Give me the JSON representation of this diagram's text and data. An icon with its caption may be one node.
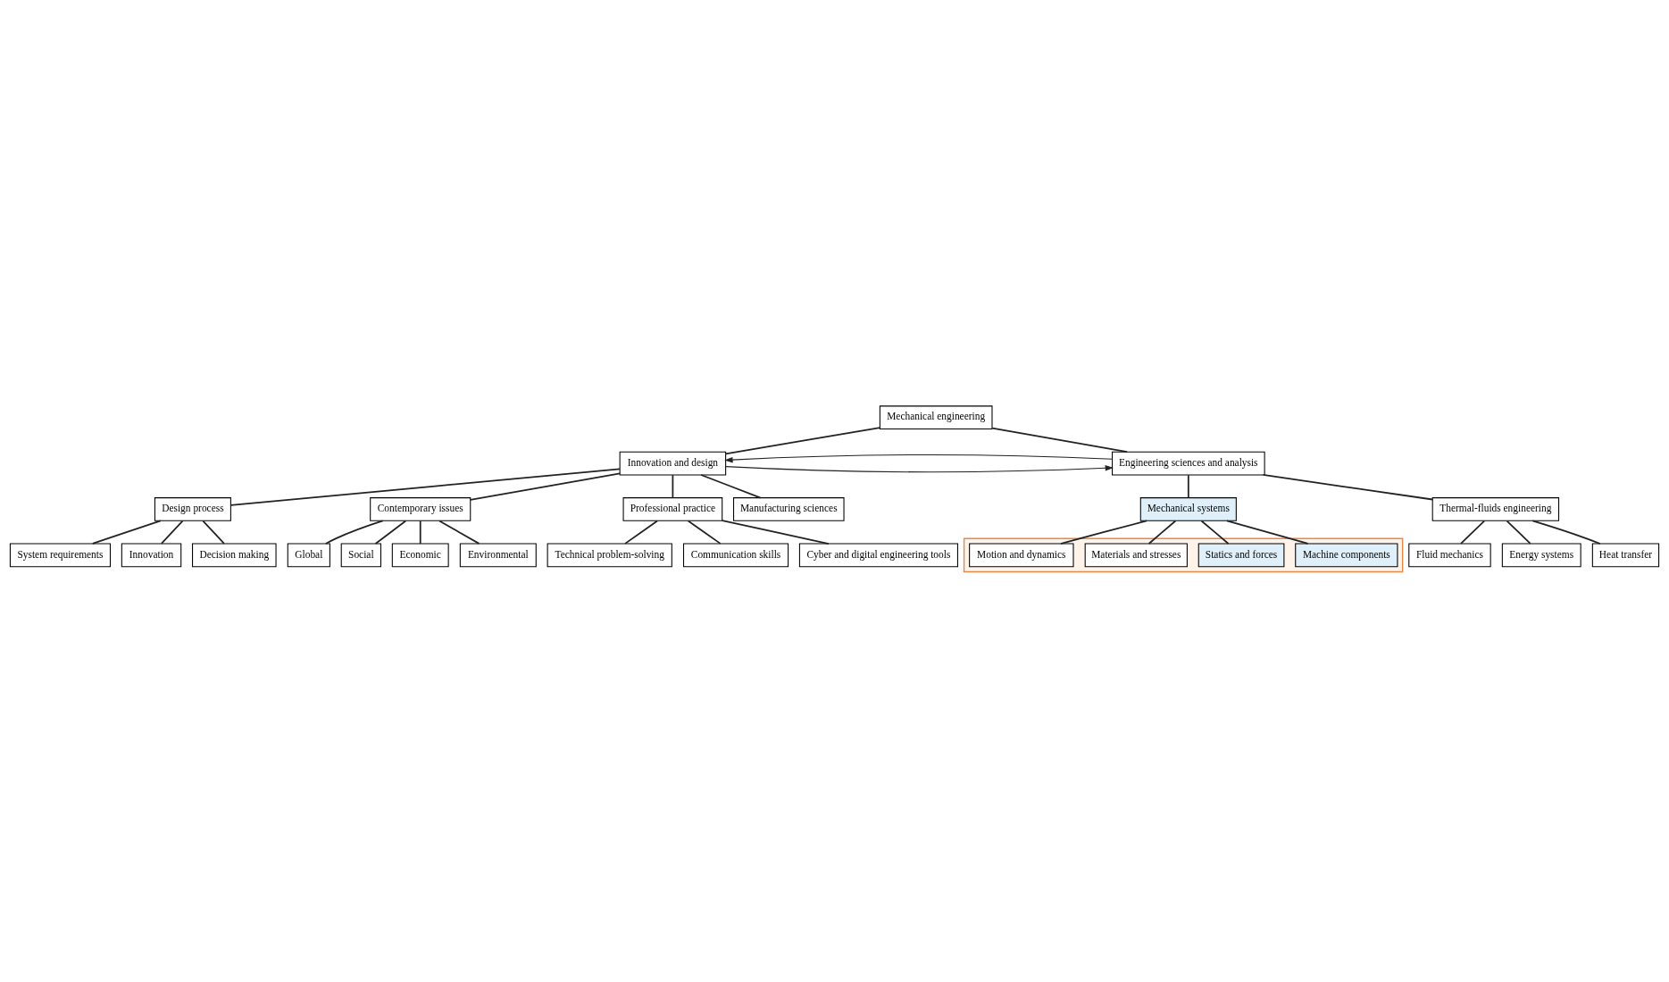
{
  "diagram": {
    "nodes": [
      {
        "text": [
          "Mechanical engineering"
        ]
      },
      {
        "text": [
          "Innovation and design"
        ]
      },
      {
        "text": [
          "Engineering sciences and analysis"
        ]
      },
      {
        "text": [
          "Design process"
        ]
      },
      {
        "text": [
          "Contemporary issues"
        ]
      },
      {
        "text": [
          "Professional practice"
        ]
      },
      {
        "text": [
          "Manufacturing sciences"
        ]
      },
      {
        "text": [
          "Mechanical systems"
        ]
      },
      {
        "text": [
          "Thermal-fluids engineering"
        ]
      },
      {
        "text": [
          "Global"
        ]
      },
      {
        "text": [
          "Social"
        ]
      },
      {
        "text": [
          "Economic"
        ]
      },
      {
        "text": [
          "Environmental"
        ]
      },
      {
        "text": [],
        "shape": "box"
      },
      {
        "text": [
          "Machine components"
        ],
        "in": 13
      },
      {
        "text": [
          "Statics and forces"
        ],
        "in": 13
      },
      {
        "text": [
          "Materials and stresses"
        ],
        "in": 13
      },
      {
        "text": [
          "Motion and dynamics"
        ],
        "in": 13
      },
      {
        "text": [
          "System requirements"
        ]
      },
      {
        "text": [
          "Innovation"
        ]
      },
      {
        "text": [
          "Decision making"
        ]
      },
      {
        "text": [
          "Fluid mechanics"
        ]
      },
      {
        "text": [
          "Energy systems"
        ]
      },
      {
        "text": [
          "Heat transfer"
        ]
      },
      {
        "text": [
          "Technical problem-solving"
        ]
      },
      {
        "text": [
          "Communication skills"
        ]
      },
      {
        "text": [
          "Cyber and digital engineering tools"
        ]
      }
    ],
    "edges": [
      {
        "from": 0,
        "to": 1,
        "arrow": "none"
      },
      {
        "from": 0,
        "to": 2,
        "arrow": "none"
      },
      {
        "from": 1,
        "to": 2,
        "arrow": "to"
      },
      {
        "from": 2,
        "to": 1,
        "arrow": "to"
      },
      {
        "from": 1,
        "to": 3,
        "arrow": "none"
      },
      {
        "from": 1,
        "to": 4,
        "arrow": "none"
      },
      {
        "from": 1,
        "to": 5,
        "arrow": "none"
      },
      {
        "from": 1,
        "to": 6,
        "arrow": "none"
      },
      {
        "from": 2,
        "to": 7,
        "arrow": "none"
      },
      {
        "from": 2,
        "to": 8,
        "arrow": "none"
      },
      {
        "from": 4,
        "to": 9,
        "arrow": "none"
      },
      {
        "from": 4,
        "to": 10,
        "arrow": "none"
      },
      {
        "from": 4,
        "to": 11,
        "arrow": "none"
      },
      {
        "from": 4,
        "to": 12,
        "arrow": "none"
      },
      {
        "from": 7,
        "to": 14,
        "arrow": "none"
      },
      {
        "from": 7,
        "to": 15,
        "arrow": "none"
      },
      {
        "from": 7,
        "to": 16,
        "arrow": "none"
      },
      {
        "from": 7,
        "to": 17,
        "arrow": "none"
      },
      {
        "from": 3,
        "to": 18,
        "arrow": "none"
      },
      {
        "from": 3,
        "to": 19,
        "arrow": "none"
      },
      {
        "from": 3,
        "to": 20,
        "arrow": "none"
      },
      {
        "from": 8,
        "to": 21,
        "arrow": "none"
      },
      {
        "from": 8,
        "to": 22,
        "arrow": "none"
      },
      {
        "from": 8,
        "to": 23,
        "arrow": "none"
      },
      {
        "from": 5,
        "to": 24,
        "arrow": "none"
      },
      {
        "from": 5,
        "to": 25,
        "arrow": "none"
      },
      {
        "from": 5,
        "to": 26,
        "arrow": "none"
      }
    ]
  }
}
